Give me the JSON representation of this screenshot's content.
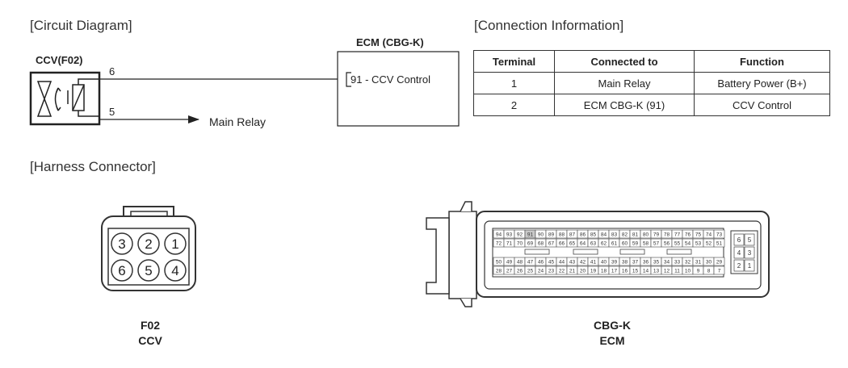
{
  "headings": {
    "circuit": "[Circuit Diagram]",
    "connection": "[Connection Information]",
    "harness": "[Harness Connector]"
  },
  "circuit": {
    "ccv_label": "CCV(F02)",
    "ecm_label": "ECM (CBG-K)",
    "pin_top": "6",
    "pin_bottom": "5",
    "ecm_pin": "91 - CCV Control",
    "main_relay": "Main Relay"
  },
  "table": {
    "headers": [
      "Terminal",
      "Connected to",
      "Function"
    ],
    "rows": [
      [
        "1",
        "Main Relay",
        "Battery Power (B+)"
      ],
      [
        "2",
        "ECM CBG-K (91)",
        "CCV Control"
      ]
    ]
  },
  "connectors": {
    "f02": {
      "line1": "F02",
      "line2": "CCV",
      "pins_top": [
        "3",
        "2",
        "1"
      ],
      "pins_bottom": [
        "6",
        "5",
        "4"
      ]
    },
    "ecm": {
      "line1": "CBG-K",
      "line2": "ECM",
      "row1": [
        "94",
        "93",
        "92",
        "91",
        "90",
        "89",
        "88",
        "87",
        "86",
        "85",
        "84",
        "83",
        "82",
        "81",
        "80",
        "79",
        "78",
        "77",
        "76",
        "75",
        "74",
        "73"
      ],
      "row2": [
        "72",
        "71",
        "70",
        "69",
        "68",
        "67",
        "66",
        "65",
        "64",
        "63",
        "62",
        "61",
        "60",
        "59",
        "58",
        "57",
        "56",
        "55",
        "54",
        "53",
        "52",
        "51"
      ],
      "row3": [
        "50",
        "49",
        "48",
        "47",
        "46",
        "45",
        "44",
        "43",
        "42",
        "41",
        "40",
        "39",
        "38",
        "37",
        "36",
        "35",
        "34",
        "33",
        "32",
        "31",
        "30",
        "29"
      ],
      "row4": [
        "28",
        "27",
        "26",
        "25",
        "24",
        "23",
        "22",
        "21",
        "20",
        "19",
        "18",
        "17",
        "16",
        "15",
        "14",
        "13",
        "12",
        "11",
        "10",
        "9",
        "8",
        "7"
      ],
      "small_block": [
        [
          "6",
          "5"
        ],
        [
          "4",
          "3"
        ],
        [
          "2",
          "1"
        ]
      ],
      "highlight_pin": "91"
    }
  }
}
